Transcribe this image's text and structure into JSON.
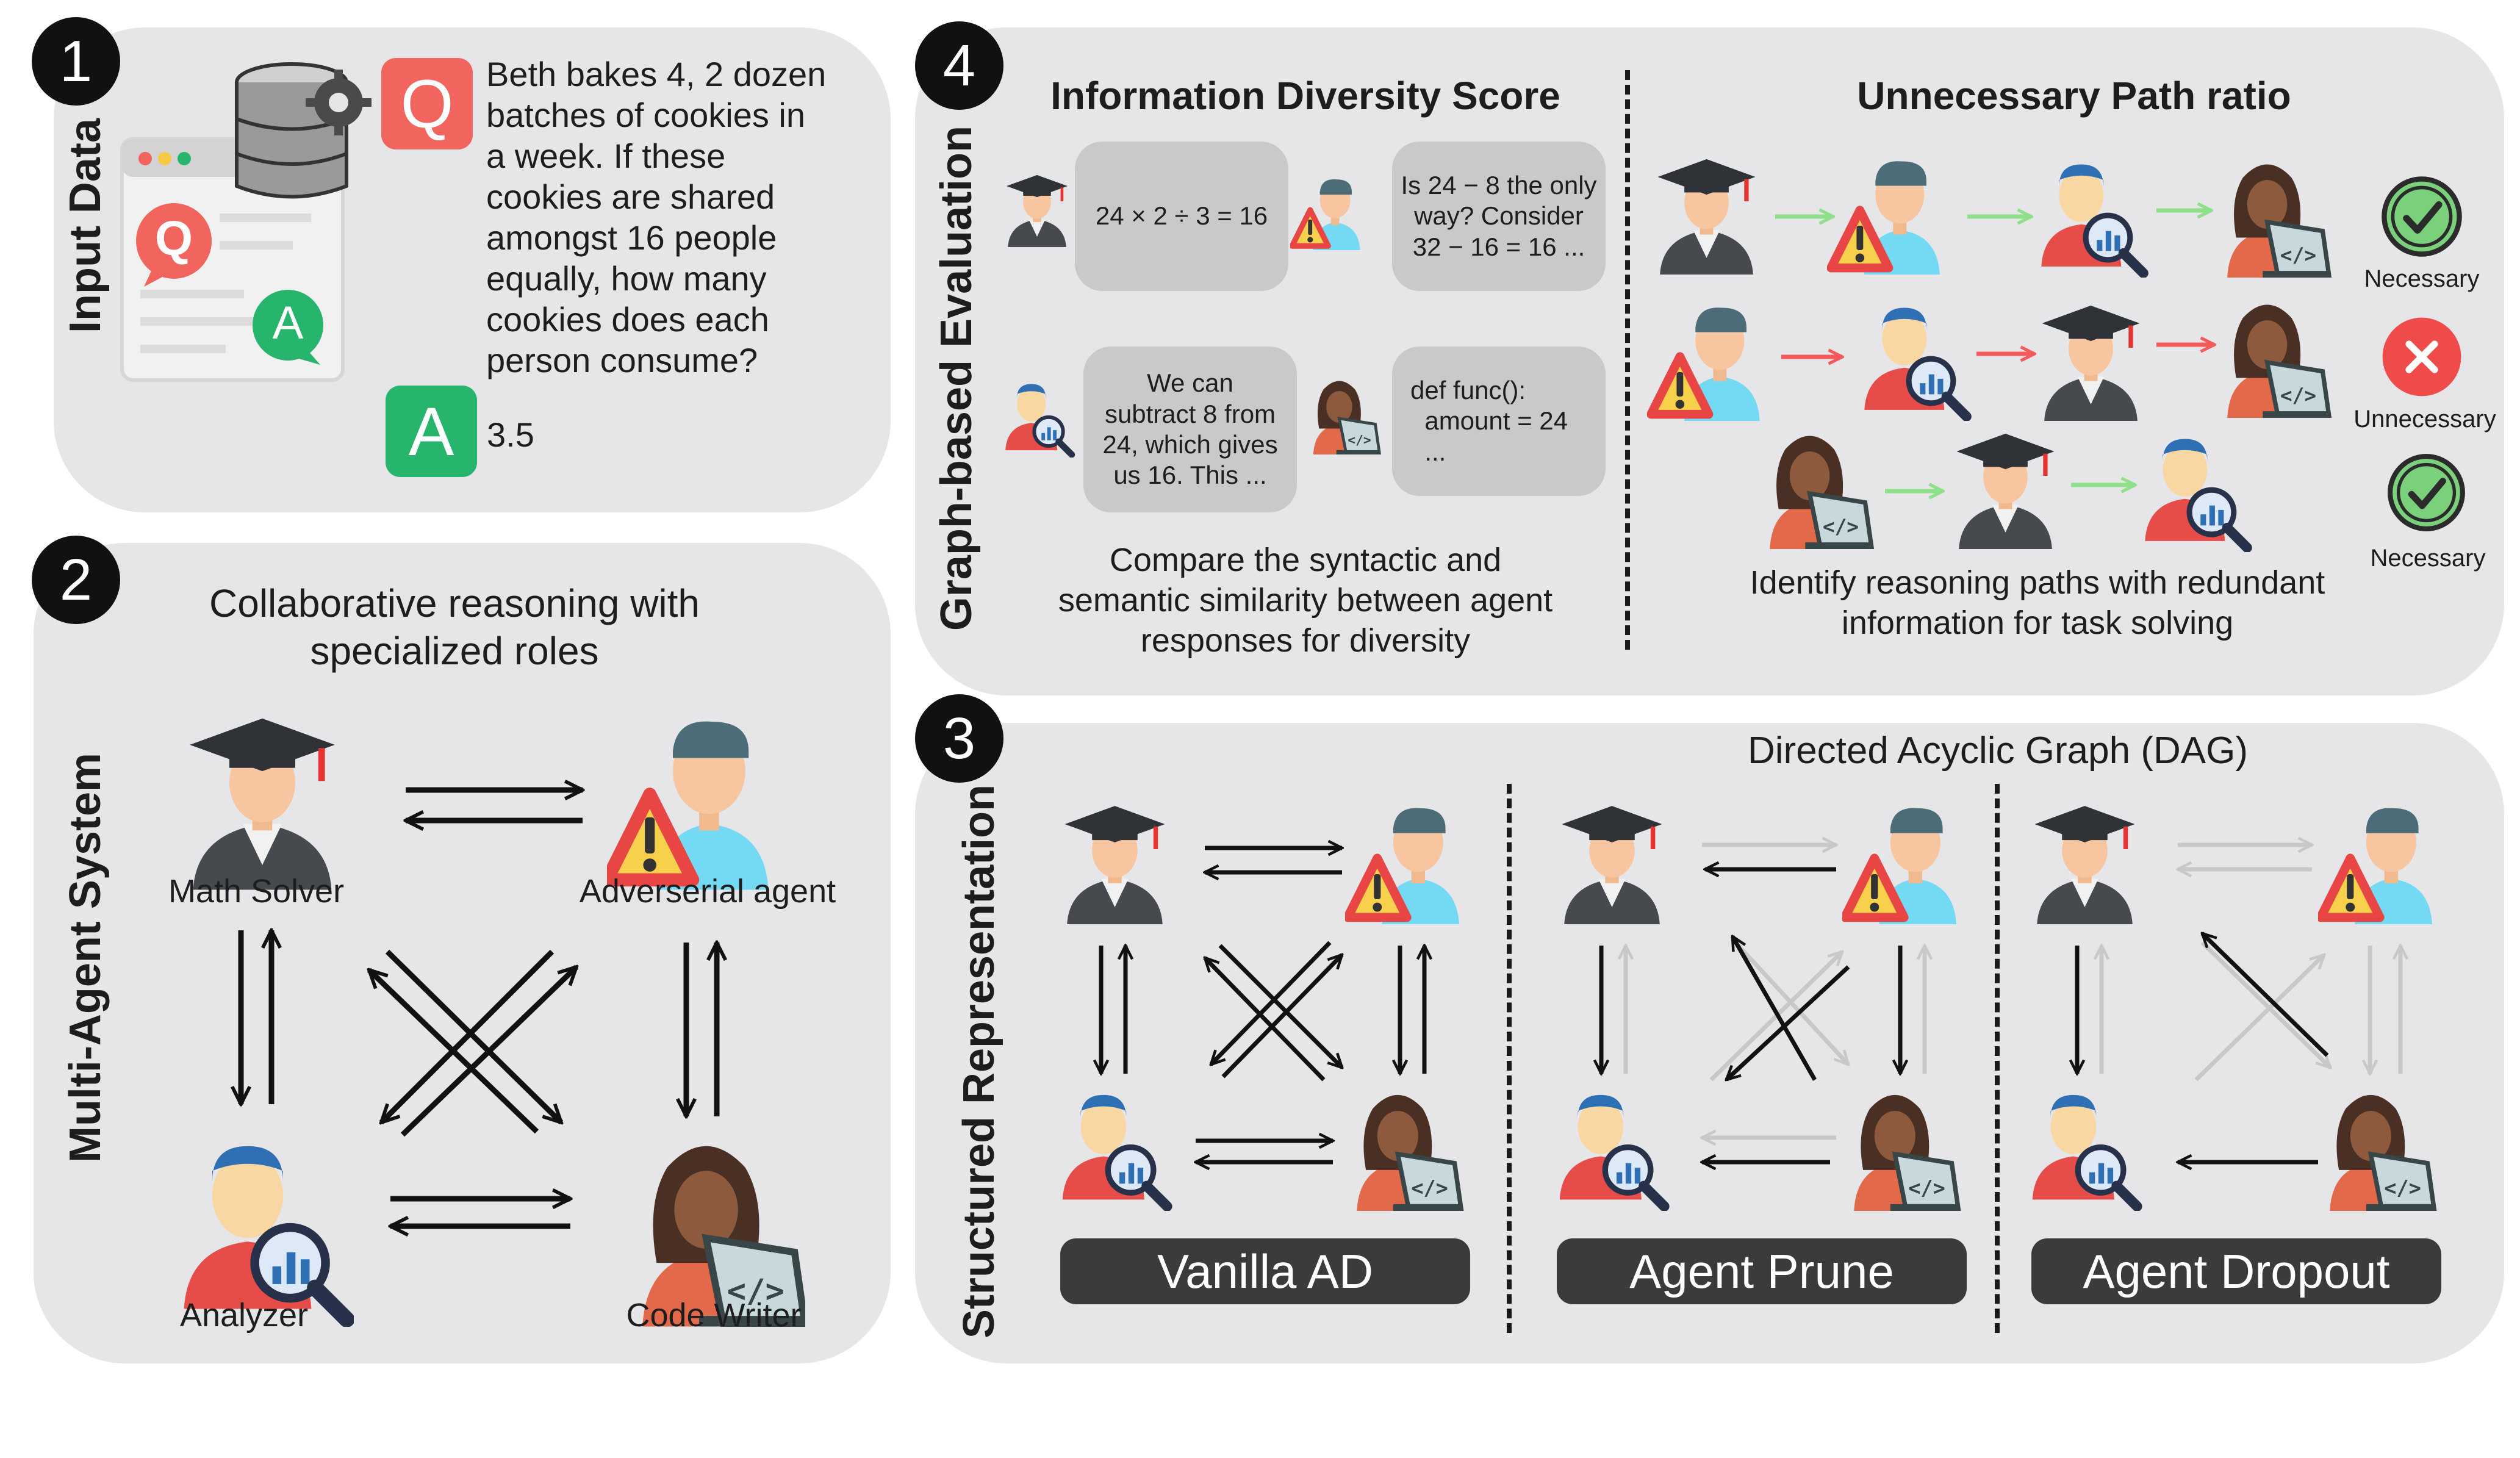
{
  "colors": {
    "panel_bg": "#e6e5e8",
    "tile_bg": "#c9c9cb",
    "question_badge": "#f2645e",
    "answer_badge": "#27b46c",
    "arrow_green": "#8ee08a",
    "arrow_red": "#f45a5a",
    "arrow_faded": "#c8c8ca",
    "pill_bg": "#3a3b3d"
  },
  "panel1": {
    "number": "1",
    "label": "Input Data",
    "q_letter": "Q",
    "a_letter": "A",
    "question_lines": [
      "Beth bakes 4, 2 dozen",
      "batches of cookies in",
      "a week. If these",
      "cookies are shared",
      "amongst 16 people",
      "equally, how many",
      "cookies does each",
      "person consume?"
    ],
    "answer": "3.5"
  },
  "panel2": {
    "number": "2",
    "label": "Multi-Agent System",
    "title_lines": [
      "Collaborative reasoning with",
      "specialized roles"
    ],
    "agents": {
      "math_solver": "Math Solver",
      "adversarial": "Adverserial agent",
      "analyzer": "Analyzer",
      "code_writer": "Code Writer"
    }
  },
  "panel3": {
    "number": "3",
    "label": "Structured Representation",
    "title": "Directed Acyclic Graph (DAG)",
    "variants": [
      "Vanilla AD",
      "Agent Prune",
      "Agent Dropout"
    ]
  },
  "panel4": {
    "number": "4",
    "label": "Graph-based Evaluation",
    "left": {
      "title": "Information Diversity Score",
      "tiles": [
        {
          "lines": [
            "24 × 2 ÷ 3 = 16"
          ]
        },
        {
          "lines": [
            "Is 24 − 8 the only",
            "way? Consider",
            "32 − 16 = 16 ..."
          ]
        },
        {
          "lines": [
            "We can",
            "subtract 8 from",
            "24, which gives",
            "us 16. This ..."
          ]
        },
        {
          "lines": [
            "def func():",
            "  amount = 24",
            "  ..."
          ]
        }
      ],
      "caption_lines": [
        "Compare the syntactic and",
        "semantic similarity between agent",
        "responses for diversity"
      ]
    },
    "right": {
      "title": "Unnecessary Path ratio",
      "statuses": [
        "Necessary",
        "Unnecessary",
        "Necessary"
      ],
      "caption_lines": [
        "Identify reasoning paths with redundant",
        "information for task solving"
      ]
    }
  }
}
